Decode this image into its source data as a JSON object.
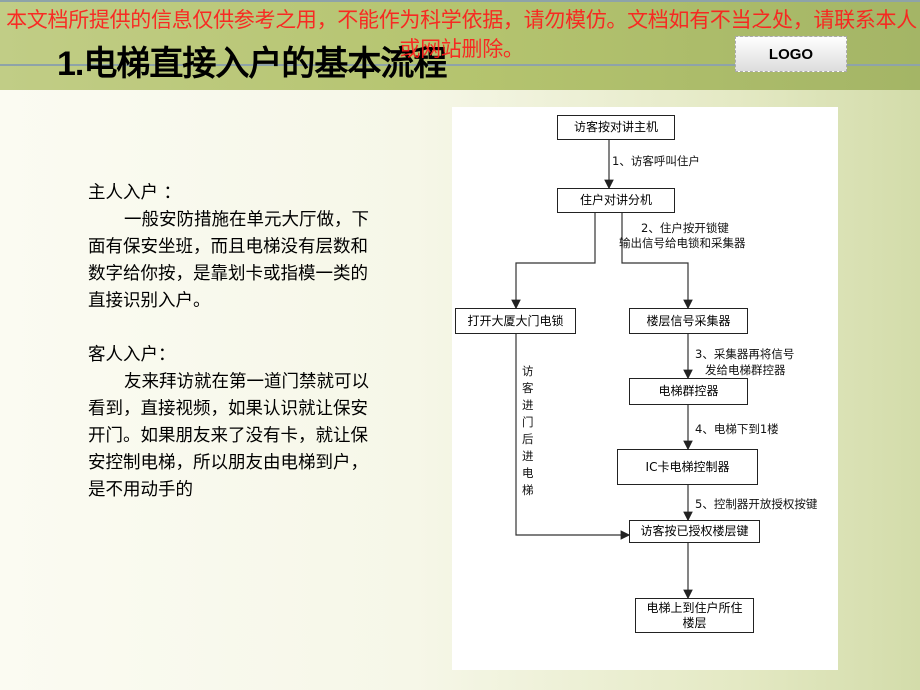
{
  "watermark": "本文档所提供的信息仅供参考之用，不能作为科学依据，请勿模仿。文档如有不当之处，请联系本人或网站删除。",
  "title": "1.电梯直接入户的基本流程",
  "logo": "LOGO",
  "left_text": {
    "owner_heading": "主人入户  ：",
    "owner_body": "一般安防措施在单元大厅做，下面有保安坐班，而且电梯没有层数和数字给你按，是靠划卡或指模一类的直接识别入户。",
    "guest_heading": "客人入户：",
    "guest_body": "友来拜访就在第一道门禁就可以看到，直接视频，如果认识就让保安开门。如果朋友来了没有卡，就让保安控制电梯，所以朋友由电梯到户，是不用动手的"
  },
  "flowchart": {
    "boxes": [
      "访客按对讲主机",
      "住户对讲分机",
      "打开大厦大门电锁",
      "楼层信号采集器",
      "电梯群控器",
      "IC卡电梯控制器",
      "访客按已授权楼层键",
      "电梯上到住户所住楼层"
    ],
    "labels": {
      "step1": "1、访客呼叫住户",
      "step2a": "2、住户按开锁键",
      "step2b": "输出信号给电锁和采集器",
      "side": "访客进门后进电梯",
      "step3a": "3、采集器再将信号",
      "step3b": "发给电梯群控器",
      "step4": "4、电梯下到1楼",
      "step5": "5、控制器开放授权按键"
    }
  }
}
